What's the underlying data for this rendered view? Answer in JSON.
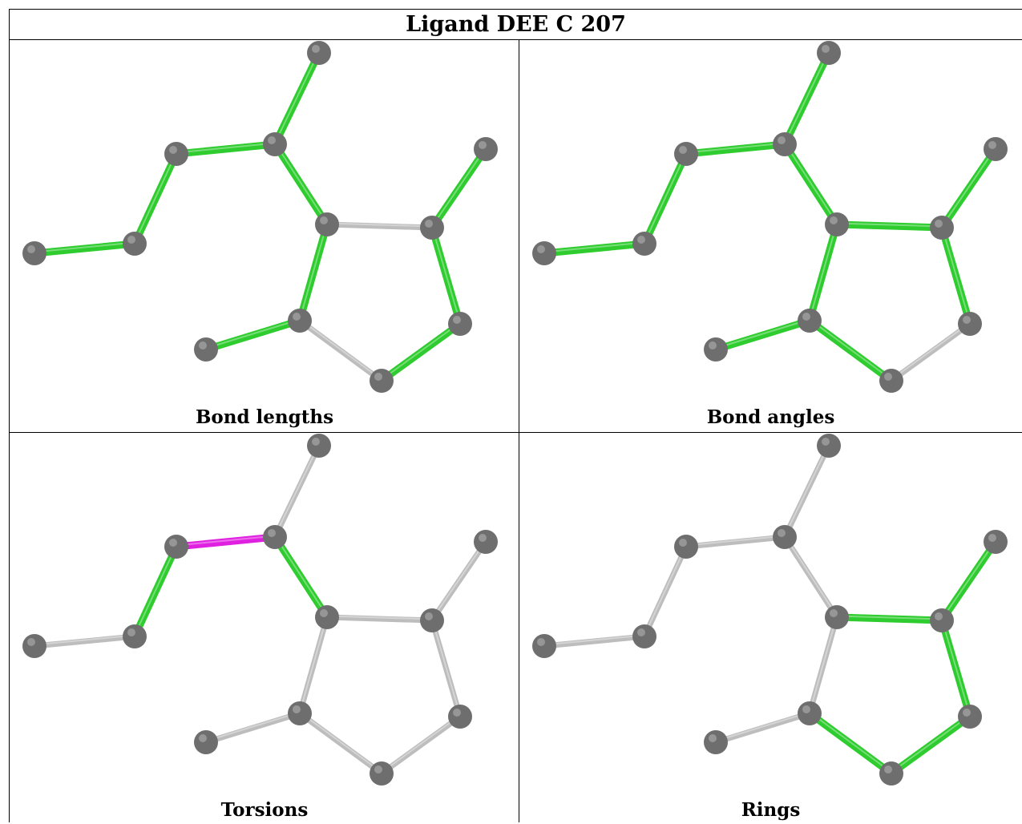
{
  "title": "Ligand DEE C 207",
  "colors": {
    "atom": "#6e6e6e",
    "bond_ok": "#2ecc2e",
    "bond_flag": "#e020e0",
    "bond_neutral": "#bdbdbd"
  },
  "panels": [
    {
      "caption": "Bond lengths",
      "bond_states": [
        "green",
        "green",
        "green",
        "green",
        "green",
        "green",
        "grey",
        "green",
        "green",
        "green",
        "grey",
        "green",
        "green"
      ]
    },
    {
      "caption": "Bond angles",
      "bond_states": [
        "green",
        "green",
        "green",
        "green",
        "green",
        "green",
        "green",
        "green",
        "green",
        "grey",
        "green",
        "green",
        "green"
      ]
    },
    {
      "caption": "Torsions",
      "bond_states": [
        "grey",
        "green",
        "magenta",
        "grey",
        "green",
        "grey",
        "grey",
        "grey",
        "grey",
        "grey",
        "grey",
        "grey",
        "grey"
      ]
    },
    {
      "caption": "Rings",
      "bond_states": [
        "grey",
        "grey",
        "grey",
        "grey",
        "grey",
        "grey",
        "green",
        "green",
        "green",
        "green",
        "green",
        "grey",
        "grey"
      ]
    }
  ]
}
